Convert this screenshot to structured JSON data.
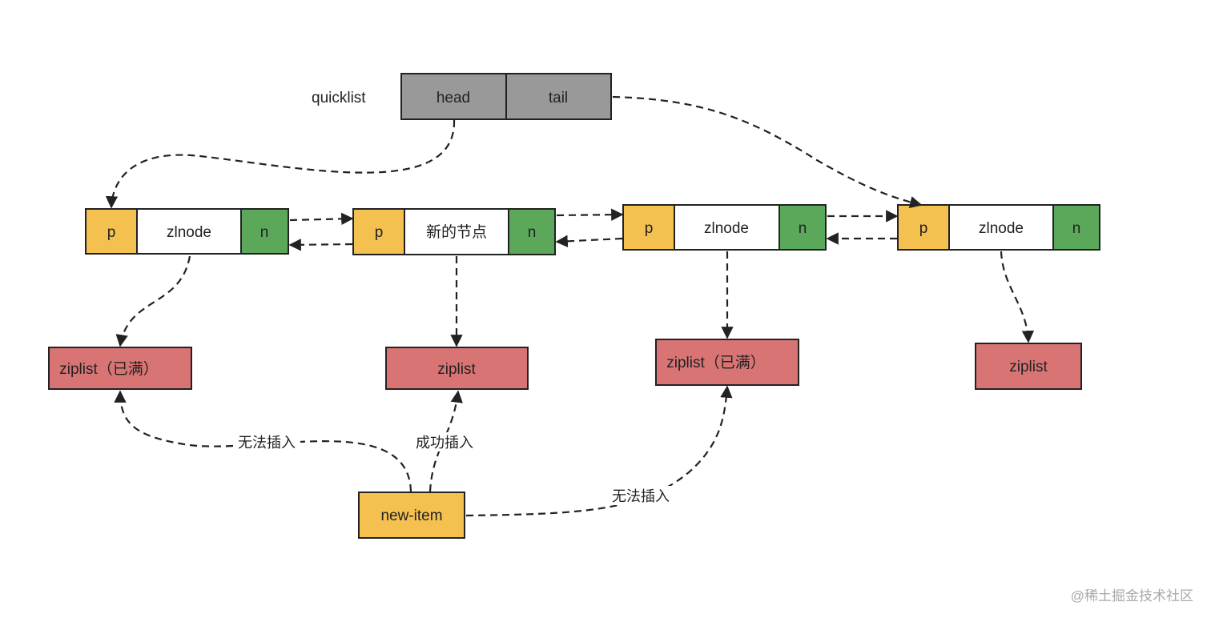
{
  "colors": {
    "pointer": "#f4c04f",
    "ziplist": "#d97474",
    "next": "#5ba85a",
    "header": "#999999",
    "node_body": "#ffffff",
    "stroke": "#222222"
  },
  "quicklist": {
    "label": "quicklist",
    "head": "head",
    "tail": "tail"
  },
  "nodes": [
    {
      "prev": "p",
      "body": "zlnode",
      "next": "n",
      "ziplist": "ziplist（已满）"
    },
    {
      "prev": "p",
      "body": "新的节点",
      "next": "n",
      "ziplist": "ziplist"
    },
    {
      "prev": "p",
      "body": "zlnode",
      "next": "n",
      "ziplist": "ziplist（已满）"
    },
    {
      "prev": "p",
      "body": "zlnode",
      "next": "n",
      "ziplist": "ziplist"
    }
  ],
  "new_item": "new-item",
  "edge_labels": {
    "fail_left": "无法插入",
    "success": "成功插入",
    "fail_right": "无法插入"
  },
  "watermark": "@稀土掘金技术社区"
}
